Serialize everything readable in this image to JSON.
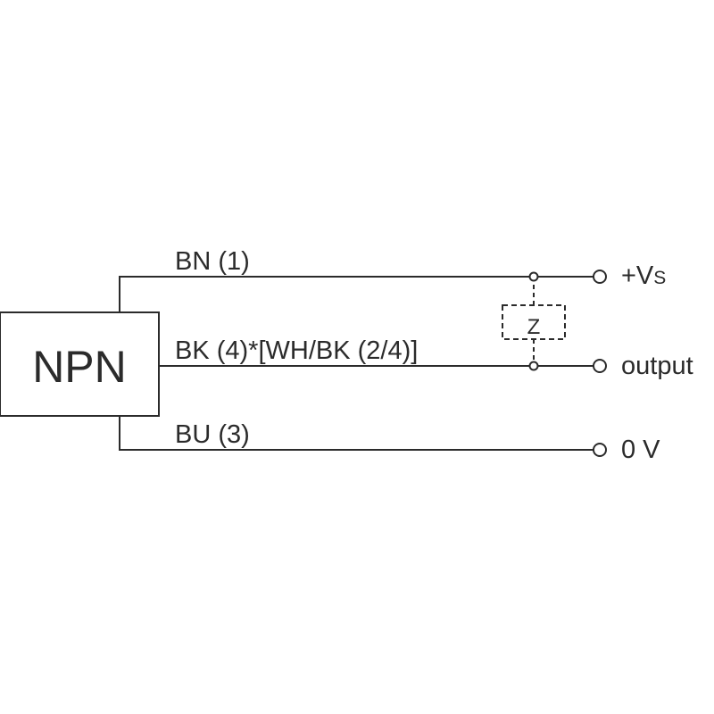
{
  "device": {
    "label": "NPN"
  },
  "wires": [
    {
      "id": "bn",
      "label": "BN (1)"
    },
    {
      "id": "bk",
      "label": "BK (4)*[WH/BK (2/4)]"
    },
    {
      "id": "bu",
      "label": "BU (3)"
    }
  ],
  "terminals": {
    "vs_main": "+V",
    "vs_sub": "S",
    "output": "output",
    "zero": "0 V"
  },
  "load": {
    "label": "Z"
  },
  "colors": {
    "line": "#2b2b2b",
    "background": "#ffffff"
  }
}
